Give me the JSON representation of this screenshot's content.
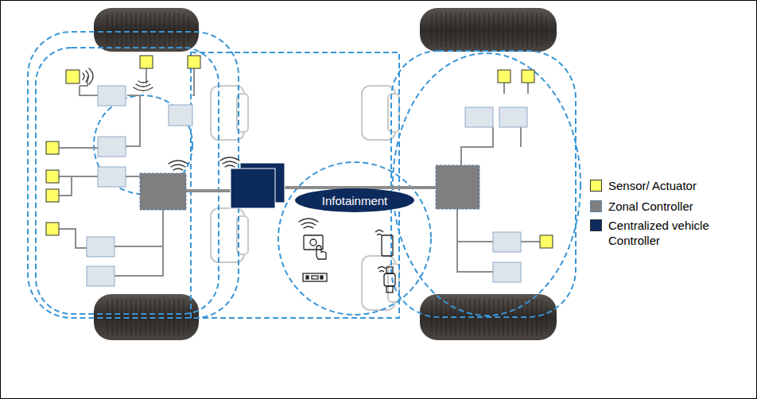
{
  "diagram": {
    "nodes": [
      {
        "text": [
          "Infotainment"
        ]
      }
    ],
    "legend": [
      {
        "text": "Sensor/ Actuator",
        "color": "#ffff66"
      },
      {
        "text": "Zonal Controller",
        "color": "#808080"
      },
      {
        "text": "Centralized vehicle Controller",
        "color": "#0d2a5c"
      }
    ]
  }
}
